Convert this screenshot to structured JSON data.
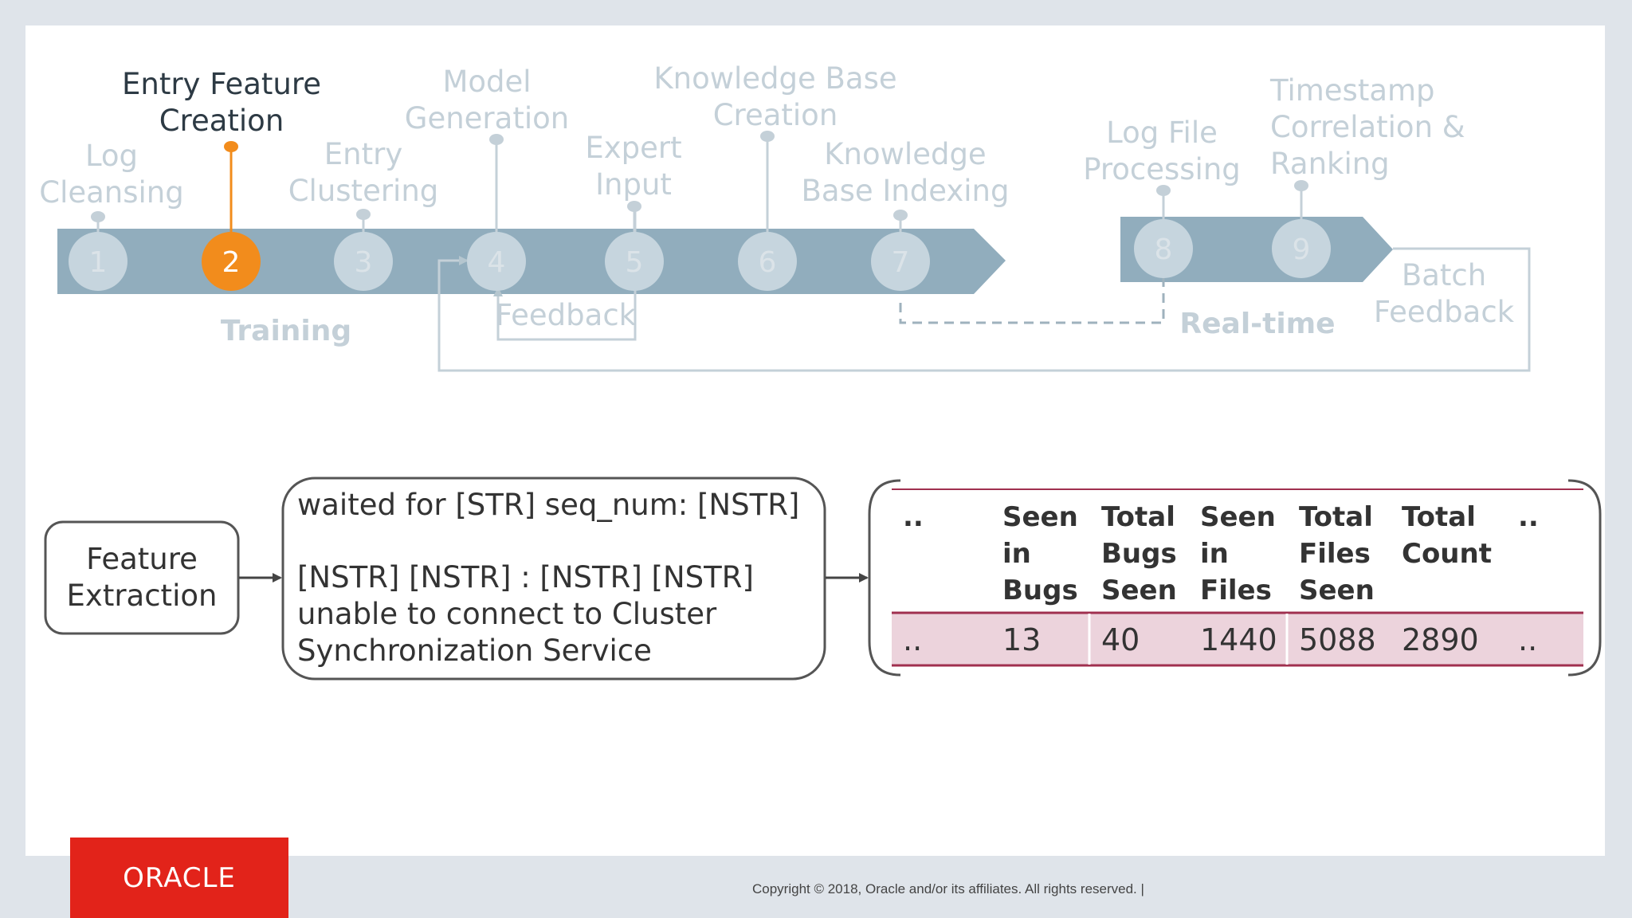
{
  "pipeline": {
    "steps": [
      {
        "number": "1",
        "label": [
          "Log",
          "Cleansing"
        ]
      },
      {
        "number": "2",
        "label": [
          "Entry Feature",
          "Creation"
        ],
        "active": true
      },
      {
        "number": "3",
        "label": [
          "Entry",
          "Clustering"
        ]
      },
      {
        "number": "4",
        "label": [
          "Model",
          "Generation"
        ]
      },
      {
        "number": "5",
        "label": [
          "Expert",
          "Input"
        ]
      },
      {
        "number": "6",
        "label": [
          "Knowledge Base",
          "Creation"
        ]
      },
      {
        "number": "7",
        "label": [
          "Knowledge",
          "Base Indexing"
        ]
      },
      {
        "number": "8",
        "label": [
          "Log File",
          "Processing"
        ]
      },
      {
        "number": "9",
        "label": [
          "Timestamp",
          "Correlation &",
          "Ranking"
        ]
      }
    ],
    "training_label": "Training",
    "realtime_label": "Real-time",
    "feedback_label": "Feedback",
    "batch_feedback_label": [
      "Batch",
      "Feedback"
    ]
  },
  "feature_box": {
    "lines": [
      "Feature",
      "Extraction"
    ]
  },
  "log_box": {
    "lines": [
      "waited for [STR]  seq_num: [NSTR]",
      "[NSTR] [NSTR] : [NSTR] [NSTR]",
      "unable to connect to Cluster",
      "Synchronization Service"
    ]
  },
  "feature_table": {
    "headers": [
      [
        ".."
      ],
      [
        "Seen",
        "in",
        "Bugs"
      ],
      [
        "Total",
        "Bugs",
        "Seen"
      ],
      [
        "Seen",
        "in",
        "Files"
      ],
      [
        "Total",
        "Files",
        "Seen"
      ],
      [
        "Total",
        "Count"
      ],
      [
        ".."
      ]
    ],
    "row": [
      "..",
      "13",
      "40",
      "1440",
      "5088",
      "2890",
      ".."
    ]
  },
  "footer": {
    "logo_text": "ORACLE",
    "copyright": "Copyright © 2018, Oracle and/or its affiliates. All rights reserved.  |"
  },
  "colors": {
    "arrow_band": "#91adbd",
    "circle": "#c6d5de",
    "active": "#f28c1c",
    "table_border": "#a0304f",
    "table_row": "#ecd3dc"
  }
}
